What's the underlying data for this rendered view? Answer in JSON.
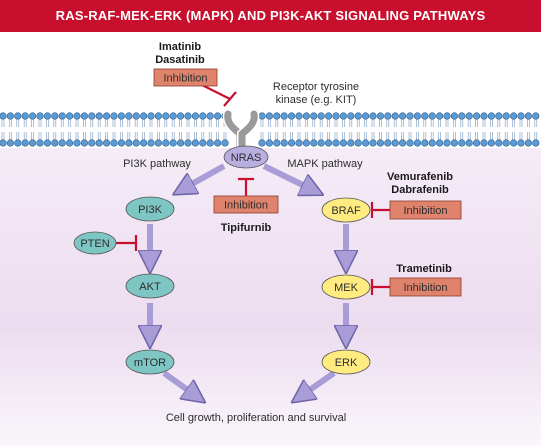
{
  "title": "RAS-RAF-MEK-ERK (MAPK) AND PI3K-AKT SIGNALING PATHWAYS",
  "receptor_label": [
    "Receptor tyrosine",
    "kinase (e.g. KIT)"
  ],
  "pathways": {
    "pi3k": "PI3K pathway",
    "mapk": "MAPK pathway"
  },
  "nodes": {
    "nras": "NRAS",
    "pi3k": "PI3K",
    "pten": "PTEN",
    "akt": "AKT",
    "mtor": "mTOR",
    "braf": "BRAF",
    "mek": "MEK",
    "erk": "ERK"
  },
  "drugs": {
    "imatinib": [
      "Imatinib",
      "Dasatinib"
    ],
    "tipifarnib": "Tipifurnib",
    "vemurafenib": [
      "Vemurafenib",
      "Dabrafenib"
    ],
    "trametinib": "Trametinib"
  },
  "inhibition_label": "Inhibition",
  "outcome": "Cell growth, proliferation and survival",
  "colors": {
    "banner": "#c8102e",
    "membrane_head": "#5b9bd5",
    "cytoplasm_top": "#f3e9f6",
    "cytoplasm_bottom": "#e8d4ea",
    "teal_node": "#7ec6c4",
    "yellow_node": "#ffeb80",
    "lilac_node": "#b8aee0",
    "inhibition_box": "#e0836c",
    "arrow": "#a89dd6",
    "inhibit_bar": "#c8102e"
  }
}
